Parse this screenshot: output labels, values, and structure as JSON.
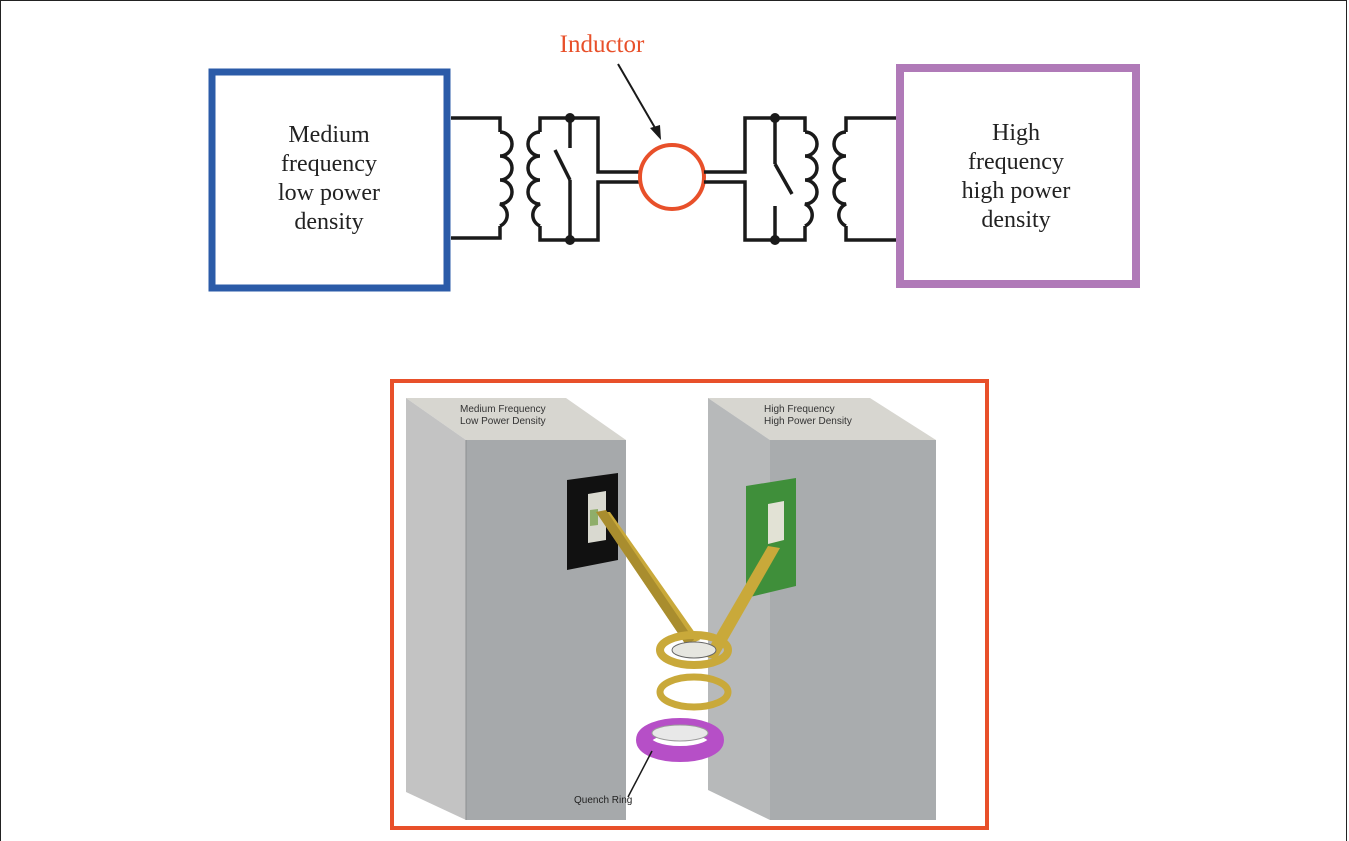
{
  "schematic": {
    "inductor_label": "Inductor",
    "left_box": {
      "lines": [
        "Medium",
        "frequency",
        "low power",
        "density"
      ]
    },
    "right_box": {
      "lines": [
        "High",
        "frequency",
        "high power",
        "density"
      ]
    }
  },
  "illustration": {
    "left_cabinet_label": [
      "Medium Frequency",
      "Low Power Density"
    ],
    "right_cabinet_label": [
      "High Frequency",
      "High Power Density"
    ],
    "quench_ring_label": "Quench Ring"
  },
  "colors": {
    "left_box": "#2b5ba8",
    "right_box": "#b07ab8",
    "inductor": "#e8502a",
    "illustration_border": "#e8502a",
    "quench_ring": "#b64fc7",
    "ring_gold": "#c9a93a",
    "board_green": "#3f8f3a"
  }
}
